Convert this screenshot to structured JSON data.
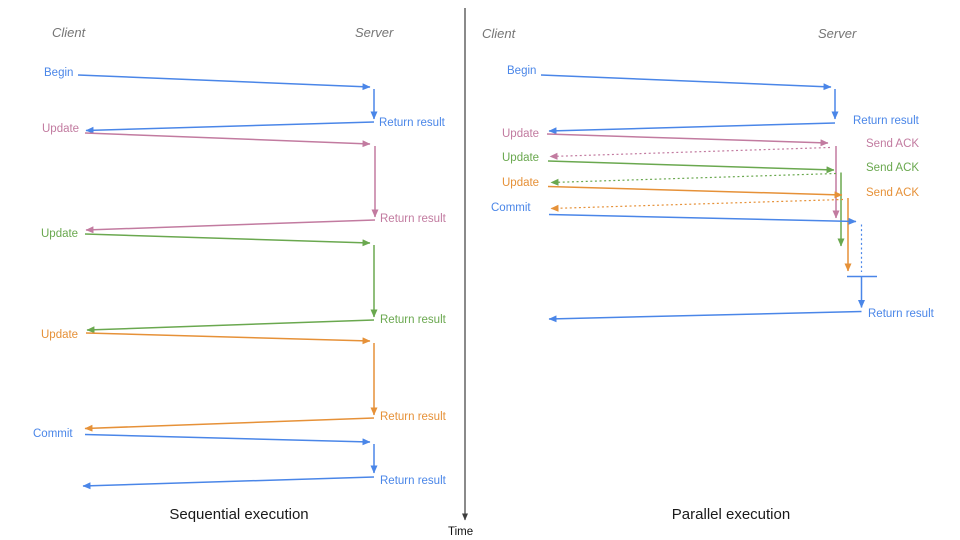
{
  "colors": {
    "blue": "#4a86e8",
    "pink": "#c27ba0",
    "green": "#6aa84f",
    "orange": "#e69138",
    "axis": "#3d3d3d",
    "header_gray": "#757575",
    "caption_black": "#1a1a1a"
  },
  "time_axis": {
    "label": "Time"
  },
  "sequential": {
    "client_header": "Client",
    "server_header": "Server",
    "caption": "Sequential execution",
    "messages": [
      {
        "request": "Begin",
        "response": "Return result",
        "color": "blue"
      },
      {
        "request": "Update",
        "response": "Return result",
        "color": "pink"
      },
      {
        "request": "Update",
        "response": "Return result",
        "color": "green"
      },
      {
        "request": "Update",
        "response": "Return result",
        "color": "orange"
      },
      {
        "request": "Commit",
        "response": "Return result",
        "color": "blue"
      }
    ]
  },
  "parallel": {
    "client_header": "Client",
    "server_header": "Server",
    "caption": "Parallel execution",
    "messages": [
      {
        "request": "Begin",
        "response": "Return result",
        "color": "blue"
      },
      {
        "request": "Update",
        "response": "Send ACK",
        "color": "pink"
      },
      {
        "request": "Update",
        "response": "Send ACK",
        "color": "green"
      },
      {
        "request": "Update",
        "response": "Send ACK",
        "color": "orange"
      },
      {
        "request": "Commit",
        "response": "Return result",
        "color": "blue"
      }
    ]
  }
}
